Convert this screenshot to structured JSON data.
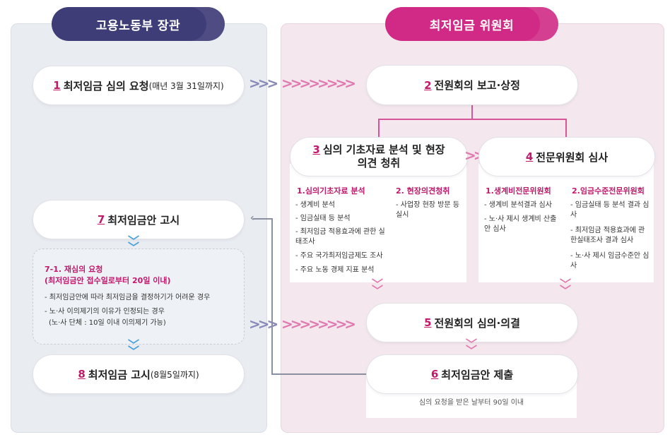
{
  "headers": {
    "left": "고용노동부 장관",
    "right": "최저임금 위원회"
  },
  "steps": {
    "s1": {
      "num": "1",
      "label": "최저임금 심의 요청",
      "note": "(매년 3월 31일까지)"
    },
    "s2": {
      "num": "2",
      "label": "전원회의 보고·상정"
    },
    "s3": {
      "num": "3",
      "label_line1": "심의 기초자료 분석 및 현장",
      "label_line2": "의견 청취"
    },
    "s4": {
      "num": "4",
      "label": "전문위원회 심사"
    },
    "s5": {
      "num": "5",
      "label": "전원회의 심의·의결"
    },
    "s6": {
      "num": "6",
      "label": "최저임금안 제출",
      "note": "심의 요청을 받은 날부터 90일 이내"
    },
    "s7": {
      "num": "7",
      "label": "최저임금안 고시"
    },
    "s8": {
      "num": "8",
      "label": "최저임금 고시",
      "note": "(8월5일까지)"
    }
  },
  "s3_detail": {
    "col1": {
      "title": "1.심의기초자료 분석",
      "items": [
        "생계비 분석",
        "임금실태 등 분석",
        "최저임금 적용효과에 관한 실태조사",
        "주요 국가최저임금제도 조사",
        "주요 노동 경제 지표 분석"
      ]
    },
    "col2": {
      "title": "2. 현장의견청취",
      "items": [
        "사업장 현장 방문 등 실시"
      ]
    }
  },
  "s4_detail": {
    "col1": {
      "title": "1.생계비전문위원회",
      "items": [
        "생계비 분석결과 심사",
        "노·사 제시 생계비 산출안 심사"
      ]
    },
    "col2": {
      "title": "2.임금수준전문위원회",
      "items": [
        "임금실태 등 분석 결과 심사",
        "최저임금 적용효과에 관한실태조사 결과 심사",
        "노·사 제시 임금수준안 심사"
      ]
    }
  },
  "s7_1": {
    "title_line1": "7-1. 재심의 요청",
    "title_line2": "(최저임금안 접수일로부터 20일 이내)",
    "items": [
      "최저임금안에 따라 최저임금을 결정하기가 어려운 경우",
      "노·사 이의제기의 이유가 인정되는 경우"
    ],
    "sub": "(노·사 단체 : 10일 이내 이의제기 가능)"
  },
  "colors": {
    "navy": "#3f3d78",
    "magenta": "#d12a86",
    "accent": "#c2186b"
  }
}
